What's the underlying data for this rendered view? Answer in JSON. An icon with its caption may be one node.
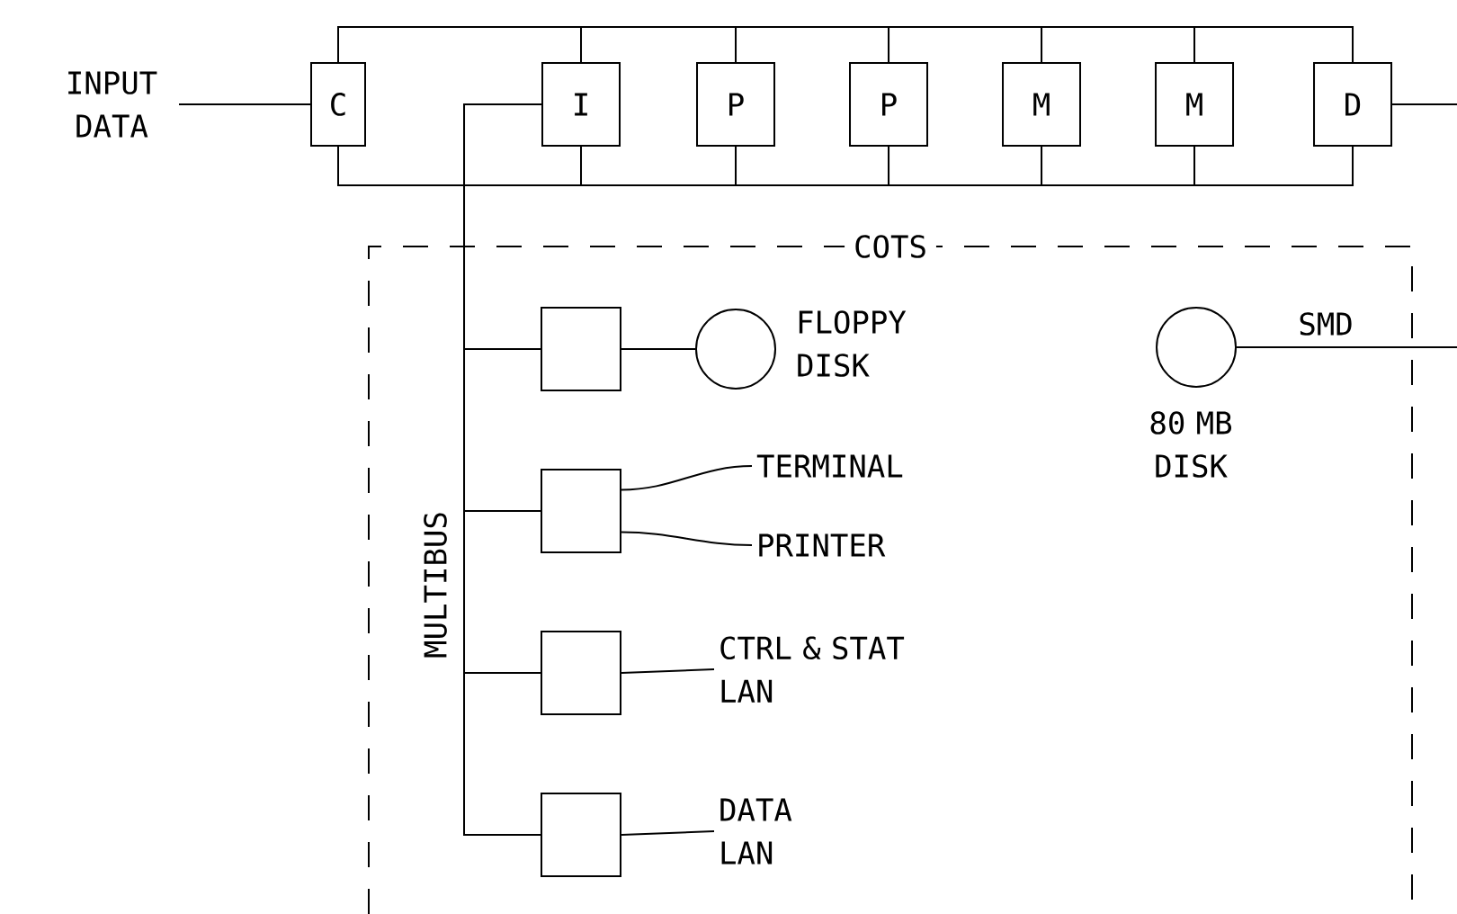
{
  "diagram": {
    "nodes": [
      {
        "text": [
          "INPUT DATA"
        ]
      },
      {
        "text": [
          "C"
        ]
      },
      {
        "text": [
          "I"
        ]
      },
      {
        "text": [
          "P"
        ]
      },
      {
        "text": [
          "P"
        ]
      },
      {
        "text": [
          "M"
        ]
      },
      {
        "text": [
          "M"
        ]
      },
      {
        "text": [
          "D"
        ]
      },
      {
        "text": [
          "COTS"
        ]
      },
      {
        "text": [],
        "shape": "box",
        "in": 8
      },
      {
        "text": [],
        "shape": "circle",
        "in": 8,
        "beside": [
          "FLOPPY DISK"
        ]
      },
      {
        "text": [],
        "shape": "circle",
        "in": 8,
        "beside": [
          "80 MB DISK"
        ]
      },
      {
        "text": [],
        "shape": "box",
        "in": 8
      },
      {
        "text": [
          "TERMINAL"
        ],
        "in": 8
      },
      {
        "text": [
          "PRINTER"
        ],
        "in": 8
      },
      {
        "text": [],
        "shape": "box",
        "in": 8
      },
      {
        "text": [
          "CTRL & STAT LAN"
        ],
        "in": 8
      },
      {
        "text": [],
        "shape": "box",
        "in": 8
      },
      {
        "text": [
          "DATA LAN"
        ],
        "in": 8
      }
    ],
    "edges": [
      {
        "from": 0,
        "to": 1,
        "arrow": "none"
      },
      {
        "from": 7,
        "to": null,
        "arrow": "none"
      },
      {
        "from": 1,
        "to": 2,
        "arrow": "none"
      },
      {
        "from": 2,
        "to": 3,
        "arrow": "none"
      },
      {
        "from": 3,
        "to": 4,
        "arrow": "none"
      },
      {
        "from": 4,
        "to": 5,
        "arrow": "none"
      },
      {
        "from": 5,
        "to": 6,
        "arrow": "none"
      },
      {
        "from": 6,
        "to": 7,
        "arrow": "none"
      },
      {
        "from": 1,
        "to": 2,
        "arrow": "none"
      },
      {
        "from": 2,
        "to": 3,
        "arrow": "none"
      },
      {
        "from": 3,
        "to": 4,
        "arrow": "none"
      },
      {
        "from": 4,
        "to": 5,
        "arrow": "none"
      },
      {
        "from": 5,
        "to": 6,
        "arrow": "none"
      },
      {
        "from": 6,
        "to": 7,
        "arrow": "none"
      },
      {
        "from": 2,
        "to": 9,
        "arrow": "none"
      },
      {
        "from": 2,
        "to": 12,
        "arrow": "none"
      },
      {
        "from": 2,
        "to": 15,
        "arrow": "none"
      },
      {
        "from": 2,
        "to": 17,
        "arrow": "none"
      },
      {
        "from": 9,
        "to": 10,
        "arrow": "none"
      },
      {
        "from": 11,
        "to": null,
        "arrow": "none",
        "label": "SMD"
      },
      {
        "from": 12,
        "to": 13,
        "arrow": "none"
      },
      {
        "from": 12,
        "to": 14,
        "arrow": "none"
      },
      {
        "from": 15,
        "to": 16,
        "arrow": "none"
      },
      {
        "from": 17,
        "to": 18,
        "arrow": "none"
      }
    ],
    "labels": [
      "MULTIBUS"
    ]
  }
}
